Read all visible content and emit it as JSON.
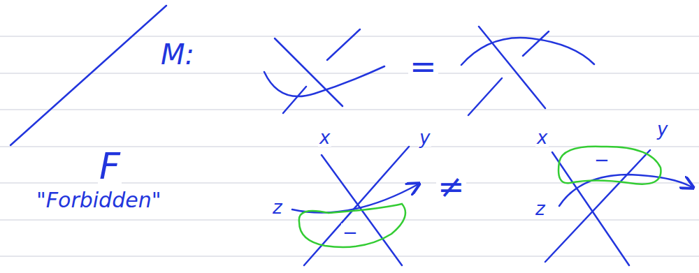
{
  "diagram": {
    "labels": [
      "M:",
      "=",
      "F",
      "\"Forbidden\"",
      "x",
      "y",
      "z",
      "−",
      "≠",
      "x",
      "y",
      "z",
      "−"
    ]
  }
}
